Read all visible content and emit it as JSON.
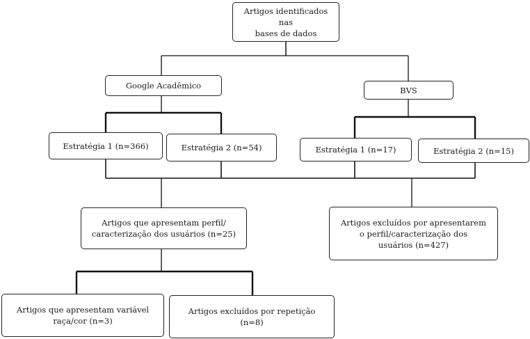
{
  "nodes": {
    "root": {
      "line1": "Artigos identificados nas",
      "line2": "bases de dados"
    },
    "google": {
      "label": "Google Acadêmico"
    },
    "bvs": {
      "label": "BVS"
    },
    "g_e1": {
      "label": "Estratégia 1 (n=366)"
    },
    "g_e2": {
      "label": "Estratégia 2 (n=54)"
    },
    "b_e1": {
      "label": "Estratégia 1 (n=17)"
    },
    "b_e2": {
      "label": "Estratégia 2 (n=15)"
    },
    "included": {
      "line1": "Artigos que apresentam perfil/",
      "line2": "caracterização dos usuários (n=25)"
    },
    "excluded_profile": {
      "line1": "Artigos excluídos por apresentarem",
      "line2": "o perfil/caracterização dos",
      "line3": "usuários (n=427)"
    },
    "race": {
      "line1": "Artigos que apresentam variável",
      "line2": "raça/cor (n=3)"
    },
    "excluded_rep": {
      "line1": "Artigos excluídos por repetição",
      "line2": "(n=8)"
    }
  }
}
